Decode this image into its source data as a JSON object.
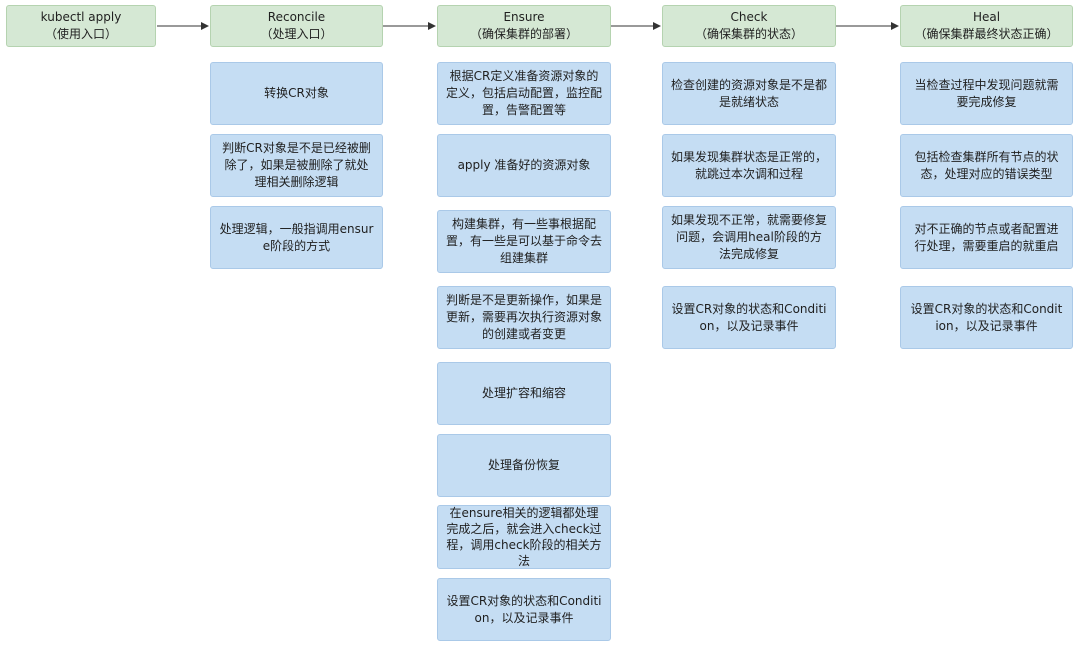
{
  "stages": [
    {
      "id": "kubectl",
      "label": "kubectl apply\n（使用入口）"
    },
    {
      "id": "reconcile",
      "label": "Reconcile\n（处理入口）"
    },
    {
      "id": "ensure",
      "label": "Ensure\n（确保集群的部署）"
    },
    {
      "id": "check",
      "label": "Check\n（确保集群的状态）"
    },
    {
      "id": "heal",
      "label": "Heal\n（确保集群最终状态正确）"
    }
  ],
  "reconcile_steps": [
    "转换CR对象",
    "判断CR对象是不是已经被删除了，如果是被删除了就处理相关删除逻辑",
    "处理逻辑，一般指调用ensure阶段的方式"
  ],
  "ensure_steps": [
    "根据CR定义准备资源对象的定义，包括启动配置，监控配置，告警配置等",
    "apply 准备好的资源对象",
    "构建集群，有一些事根据配置，有一些是可以基于命令去组建集群",
    "判断是不是更新操作，如果是更新，需要再次执行资源对象的创建或者变更",
    "处理扩容和缩容",
    "处理备份恢复",
    "在ensure相关的逻辑都处理完成之后，就会进入check过程，调用check阶段的相关方法",
    "设置CR对象的状态和Condition，以及记录事件"
  ],
  "check_steps": [
    "检查创建的资源对象是不是都是就绪状态",
    "如果发现集群状态是正常的，就跳过本次调和过程",
    "如果发现不正常，就需要修复问题，会调用heal阶段的方法完成修复",
    "设置CR对象的状态和Condition，以及记录事件"
  ],
  "heal_steps": [
    "当检查过程中发现问题就需要完成修复",
    "包括检查集群所有节点的状态，处理对应的错误类型",
    "对不正确的节点或者配置进行处理，需要重启的就重启",
    "设置CR对象的状态和Condition，以及记录事件"
  ],
  "colors": {
    "stage_fill": "#d5e8d4",
    "step_fill": "#c5ddf3",
    "arrow": "#333333"
  }
}
